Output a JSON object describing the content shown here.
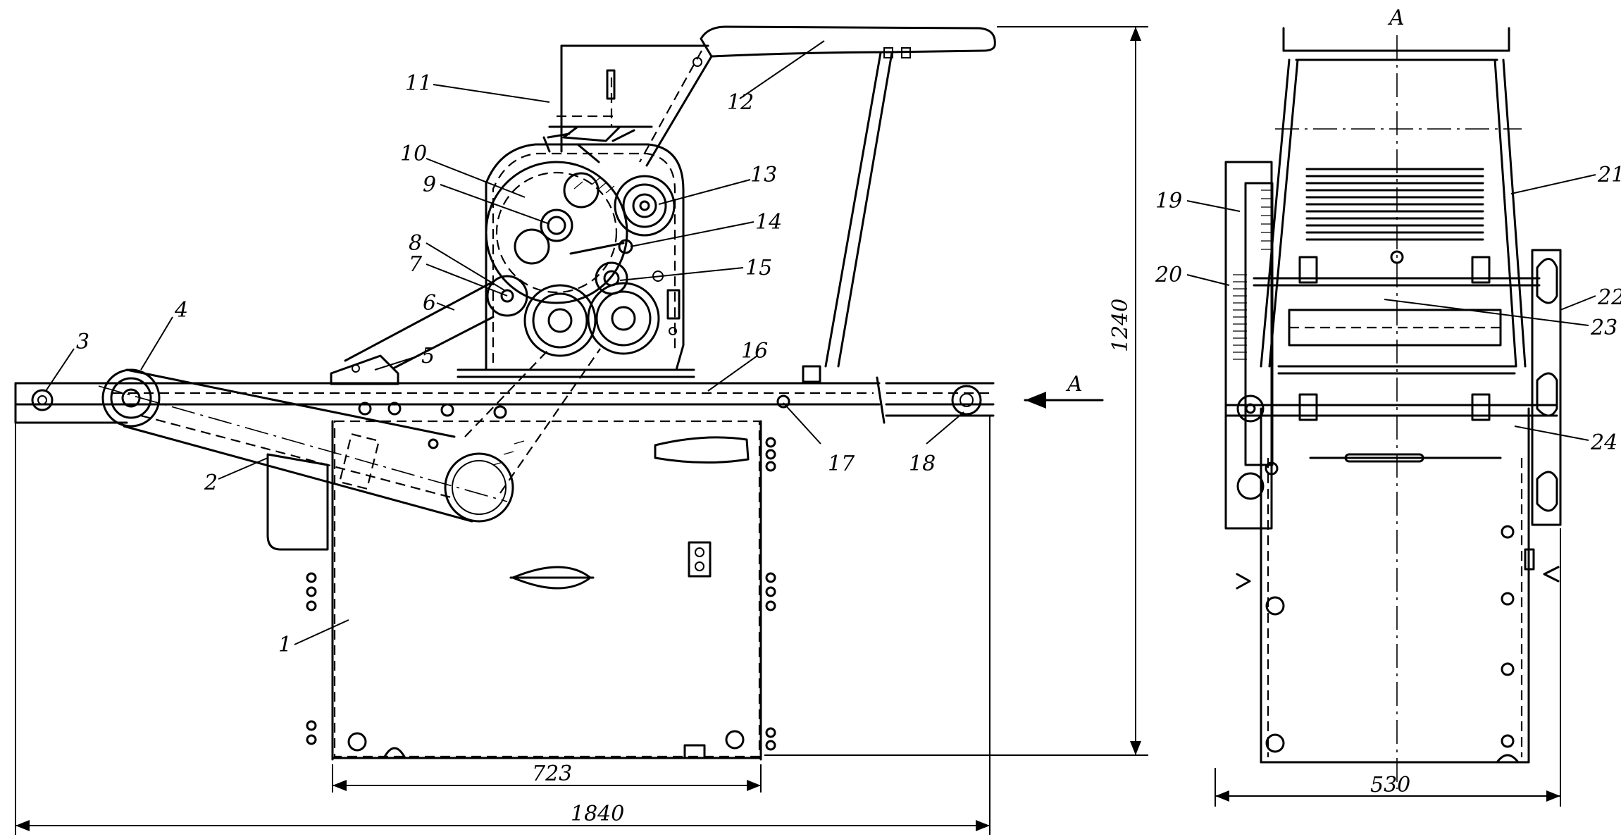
{
  "labels": {
    "l1": "1",
    "l2": "2",
    "l3": "3",
    "l4": "4",
    "l5": "5",
    "l6": "6",
    "l7": "7",
    "l8": "8",
    "l9": "9",
    "l10": "10",
    "l11": "11",
    "l12": "12",
    "l13": "13",
    "l14": "14",
    "l15": "15",
    "l16": "16",
    "l17": "17",
    "l18": "18",
    "l19": "19",
    "l20": "20",
    "l21": "21",
    "l22": "22",
    "l23": "23",
    "l24": "24"
  },
  "dimensions": {
    "base_width": "723",
    "total_length": "1840",
    "total_height": "1240",
    "side_width": "530"
  },
  "view_markers": {
    "arrow_label": "A",
    "section_label": "A"
  }
}
